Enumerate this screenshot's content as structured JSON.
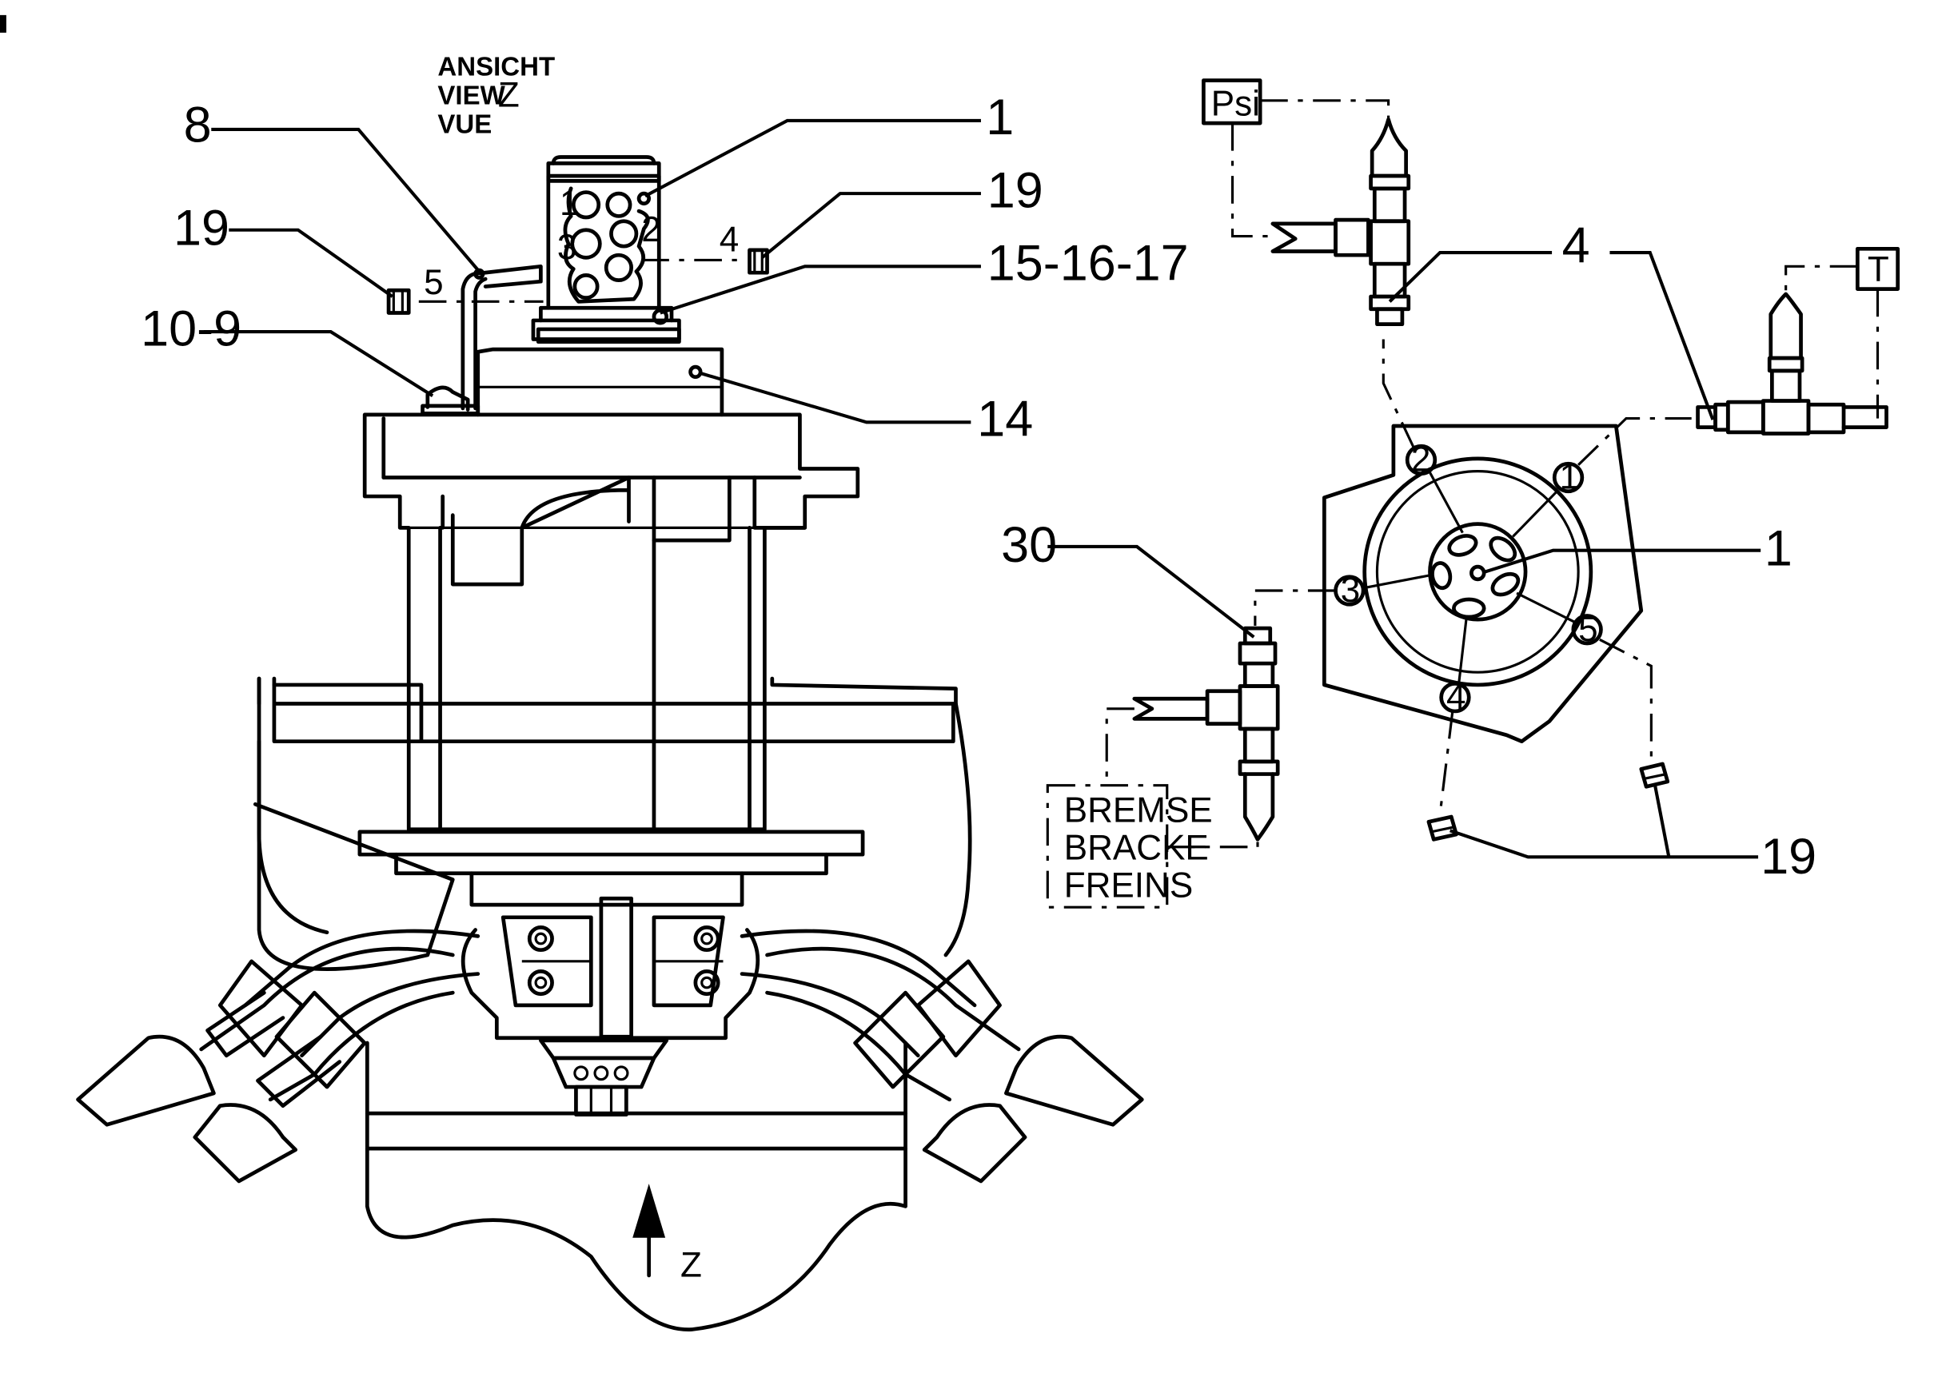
{
  "view": {
    "line1": "ANSICHT",
    "line2": "VIEW",
    "line3": "VUE",
    "letter": "Z"
  },
  "callouts": {
    "c8": "8",
    "c1_top": "1",
    "c19_left": "19",
    "c19_right": "19",
    "c15": "15-16-17",
    "c10": "10-9",
    "c14": "14",
    "c4_top": "4",
    "c30": "30",
    "c1_right": "1",
    "c19_bottom": "19",
    "c4_small": "4",
    "c5_small": "5"
  },
  "ports": {
    "p1": "1",
    "p2": "2",
    "p3": "3",
    "p4": "4",
    "p5": "5"
  },
  "block_ports": {
    "b1": "1",
    "b2": "2",
    "b3": "3"
  },
  "gauges": {
    "psi": "Psi",
    "tank": "T"
  },
  "brake_box": {
    "de": "BREMSE",
    "en": "BRACKE",
    "fr": "FREINS"
  },
  "arrow_label": "Z"
}
